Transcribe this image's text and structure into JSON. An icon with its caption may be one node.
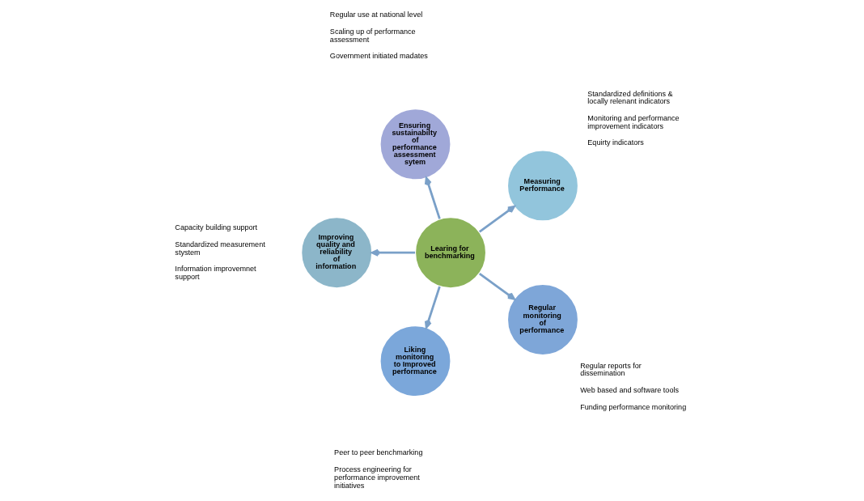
{
  "diagram": {
    "nodes": [
      {
        "text": [
          "Measuring Performance"
        ],
        "beside": [
          "Standardized definitions & locally relenant indicators",
          "Monitoring and performance improvement indicators",
          "Equirty indicators"
        ]
      },
      {
        "text": [
          "Ensuring sustainabilty of performance assessment sytem"
        ],
        "beside": [
          "Regular use at national level",
          "Scaling up of performance assessment",
          "Government initiated madates"
        ]
      },
      {
        "text": [
          "Improving quality and reliability of information"
        ],
        "beside": [
          "Capacity building support",
          "Standardized measurement  stystem",
          "Information improvemnet support"
        ]
      },
      {
        "text": [
          "Learing for benchmarking"
        ]
      },
      {
        "text": [
          "Liking monitoring to Improved performance"
        ],
        "beside": [
          "Peer to peer benchmarking",
          "Process engineering for performance improvement initiatives"
        ]
      },
      {
        "text": [
          "Regular monitoring of performance"
        ],
        "beside": [
          "Regular reports for dissemination",
          "Web based and software tools",
          "Funding performance monitoring"
        ]
      }
    ],
    "edges": [
      {
        "from": 3,
        "to": 0,
        "arrow": "to"
      },
      {
        "from": 3,
        "to": 2,
        "arrow": "to"
      },
      {
        "from": 3,
        "to": 5,
        "arrow": "to"
      },
      {
        "from": 3,
        "to": 4,
        "arrow": "to"
      },
      {
        "from": 3,
        "to": 1,
        "arrow": "to"
      }
    ]
  }
}
